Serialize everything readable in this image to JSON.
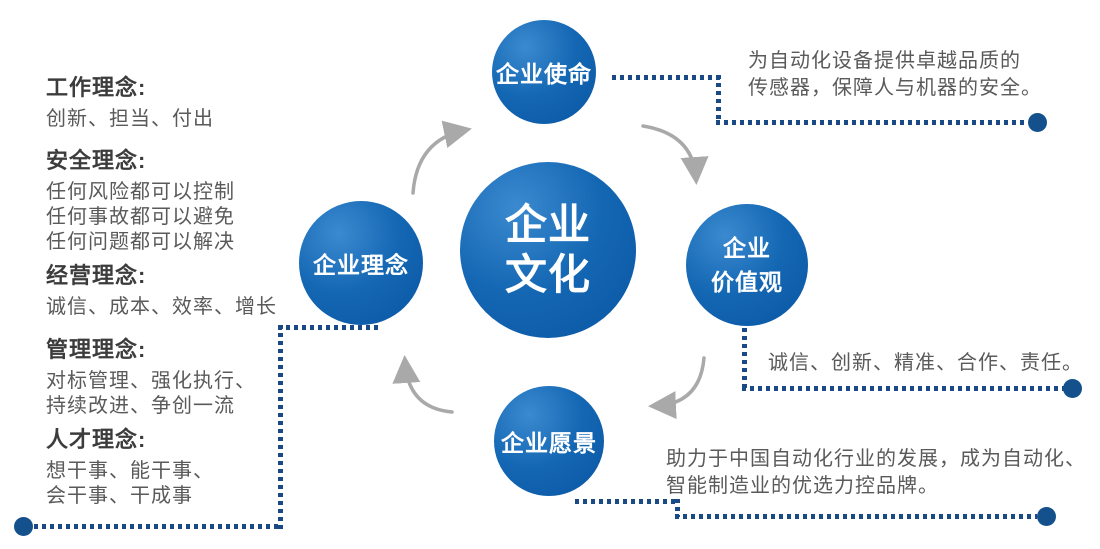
{
  "colors": {
    "circle_highlight": "#3b8ad0",
    "circle_main": "#1467b3",
    "circle_dark": "#0a55a3",
    "circle_text": "#ffffff",
    "dotted_line": "#1a4a85",
    "end_dot": "#14518c",
    "arrow": "#a9a9a9",
    "heading_text": "#3c3c3c",
    "body_text": "#5a5a5a"
  },
  "center_node": {
    "line1": "企业",
    "line2": "文化"
  },
  "nodes": {
    "mission": {
      "label": "企业使命"
    },
    "values": {
      "line1": "企业",
      "line2": "价值观"
    },
    "vision": {
      "label": "企业愿景"
    },
    "philosophy": {
      "label": "企业理念"
    }
  },
  "left_notes": [
    {
      "heading": "工作理念:",
      "lines": [
        "创新、担当、付出"
      ]
    },
    {
      "heading": "安全理念:",
      "lines": [
        "任何风险都可以控制",
        "任何事故都可以避免",
        "任何问题都可以解决"
      ]
    },
    {
      "heading": "经营理念:",
      "lines": [
        "诚信、成本、效率、增长"
      ]
    },
    {
      "heading": "管理理念:",
      "lines": [
        "对标管理、强化执行、",
        "持续改进、争创一流"
      ]
    },
    {
      "heading": "人才理念:",
      "lines": [
        "想干事、能干事、",
        "会干事、干成事"
      ]
    }
  ],
  "annotations": {
    "mission": {
      "lines": [
        "为自动化设备提供卓越品质的",
        "传感器，保障人与机器的安全。"
      ]
    },
    "values": {
      "lines": [
        "诚信、创新、精准、合作、责任。"
      ]
    },
    "vision": {
      "lines": [
        "助力于中国自动化行业的发展，成为自动化、",
        "智能制造业的优选力控品牌。"
      ]
    }
  }
}
